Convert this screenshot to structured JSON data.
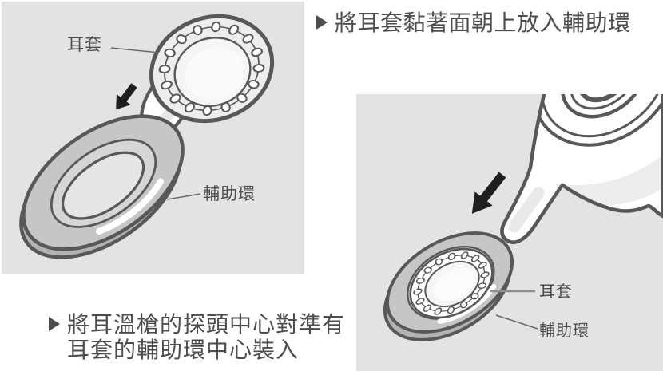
{
  "steps": {
    "step1": {
      "bullet": "▶",
      "text": "將耳套黏著面朝上放入輔助環"
    },
    "step2": {
      "bullet": "▶",
      "line1": "將耳溫槍的探頭中心對準有",
      "line2": "耳套的輔助環中心裝入"
    }
  },
  "panel_left": {
    "label_ear_cover": "耳套",
    "label_aux_ring": "輔助環"
  },
  "panel_right": {
    "label_ear_cover": "耳套",
    "label_aux_ring": "輔助環"
  },
  "icons": {
    "step_bullet": "right-triangle-bullet",
    "insert_arrow": "arrow-down-left"
  },
  "colors": {
    "panel_background": "#e3e3e3",
    "outline": "#58585a",
    "text": "#4d4d4d",
    "ring_face": "#c6c6c6",
    "ring_side": "#b3b3b3",
    "ring_bevel": "#d6d6d6",
    "arrow": "#1e1e1e",
    "highlight": "#ffffff"
  }
}
